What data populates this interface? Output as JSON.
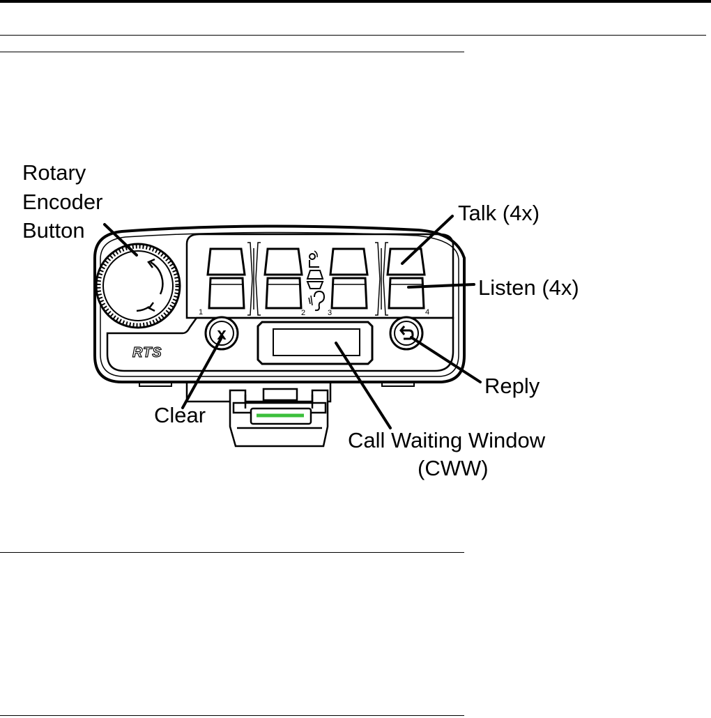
{
  "callouts": {
    "rotary_line1": "Rotary",
    "rotary_line2": "Encoder",
    "rotary_line3": "Button",
    "talk": "Talk (4x)",
    "listen": "Listen (4x)",
    "reply": "Reply",
    "clear": "Clear",
    "cww_line1": "Call Waiting Window",
    "cww_line2": "(CWW)"
  },
  "device": {
    "brand": "RTS",
    "key_numbers": [
      "1",
      "2",
      "3",
      "4"
    ],
    "clear_symbol": "x"
  }
}
